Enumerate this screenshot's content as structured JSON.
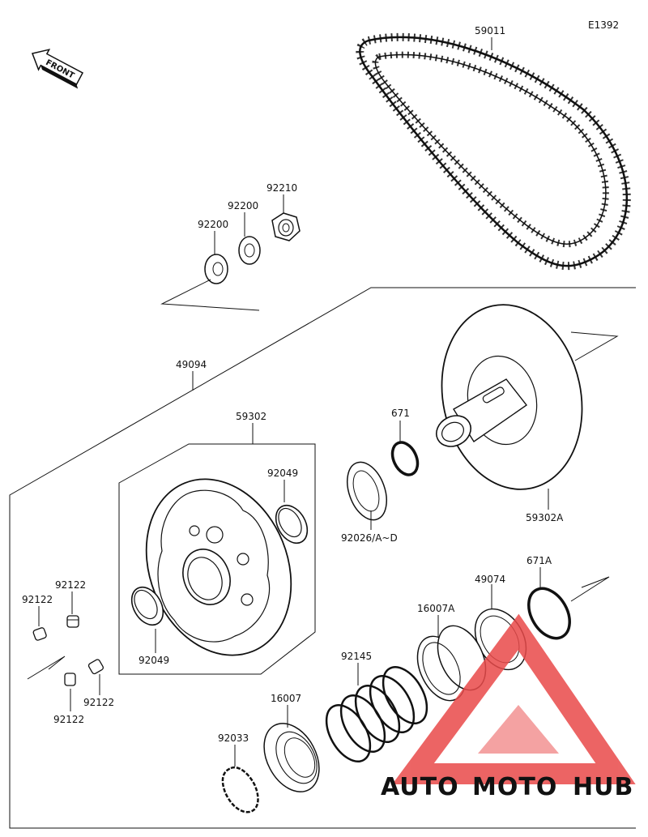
{
  "diagram": {
    "code": "E1392",
    "front_label": "FRONT",
    "parts": {
      "belt": "59011",
      "nut": "92210",
      "washer_upper": "92200",
      "washer_lower": "92200",
      "assembly": "49094",
      "sheave_fixed": "59302",
      "bearing_upper": "92049",
      "bearing_lower": "92049",
      "sheave_movable": "59302A",
      "oring": "671",
      "shim": "92026/A~D",
      "oring_a": "671A",
      "cam_washer": "49074",
      "cam_a": "16007A",
      "spring": "92145",
      "cam": "16007",
      "snap_ring": "92033",
      "pin_upper_right": "92122",
      "pin_upper_left": "92122",
      "pin_lower_right": "92122",
      "pin_lower_left": "92122"
    }
  },
  "watermark": {
    "part1": "AUTO",
    "part2": "MOTO",
    "part3": "HUB",
    "color_red": "#e94a4a",
    "color_orange": "#f0a040",
    "color_gray": "#555555"
  }
}
